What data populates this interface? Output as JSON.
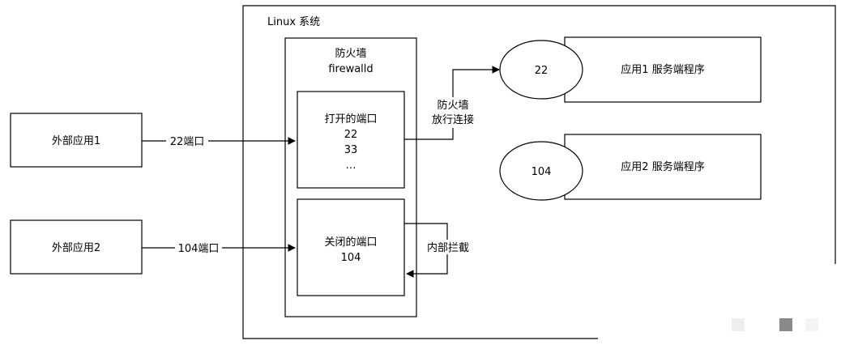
{
  "system": {
    "title": "Linux 系统"
  },
  "firewall": {
    "title_cn": "防火墙",
    "title_en": "firewalld"
  },
  "open_ports": {
    "title": "打开的端口",
    "lines": [
      "22",
      "33",
      "…"
    ]
  },
  "closed_ports": {
    "title": "关闭的端口",
    "lines": [
      "104"
    ]
  },
  "external": [
    {
      "label": "外部应用1",
      "edge_label": "22端口"
    },
    {
      "label": "外部应用2",
      "edge_label": "104端口"
    }
  ],
  "allow_label": [
    "防火墙",
    "放行连接"
  ],
  "block_label": "内部拦截",
  "services": [
    {
      "port": "22",
      "label": "应用1 服务端程序"
    },
    {
      "port": "104",
      "label": "应用2 服务端程序"
    }
  ]
}
